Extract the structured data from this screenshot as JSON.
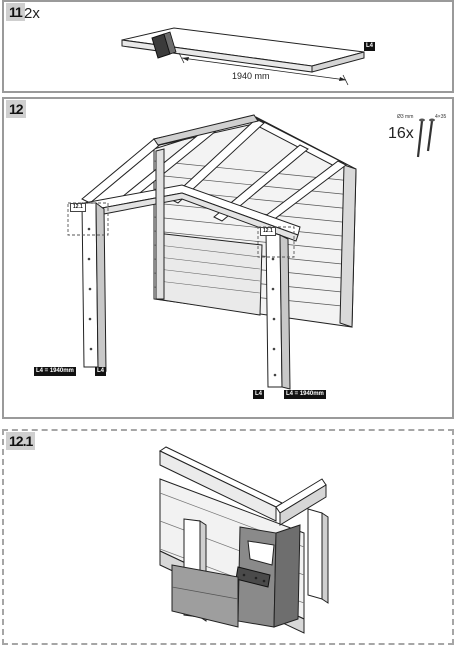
{
  "steps": {
    "s11": {
      "number": "11",
      "quantity": "2x",
      "part_label": "L4",
      "dimension": "1940 mm"
    },
    "s12": {
      "number": "12",
      "quantity": "16x",
      "screw_diameter": "Ø3 mm",
      "screw_length": "4×35",
      "detail_callout": "12.1",
      "labels": {
        "left_length": "L4 = 1940mm",
        "left_part": "L4",
        "right_part": "L4",
        "right_length": "L4 = 1940mm"
      }
    },
    "s121": {
      "number": "12.1"
    }
  }
}
